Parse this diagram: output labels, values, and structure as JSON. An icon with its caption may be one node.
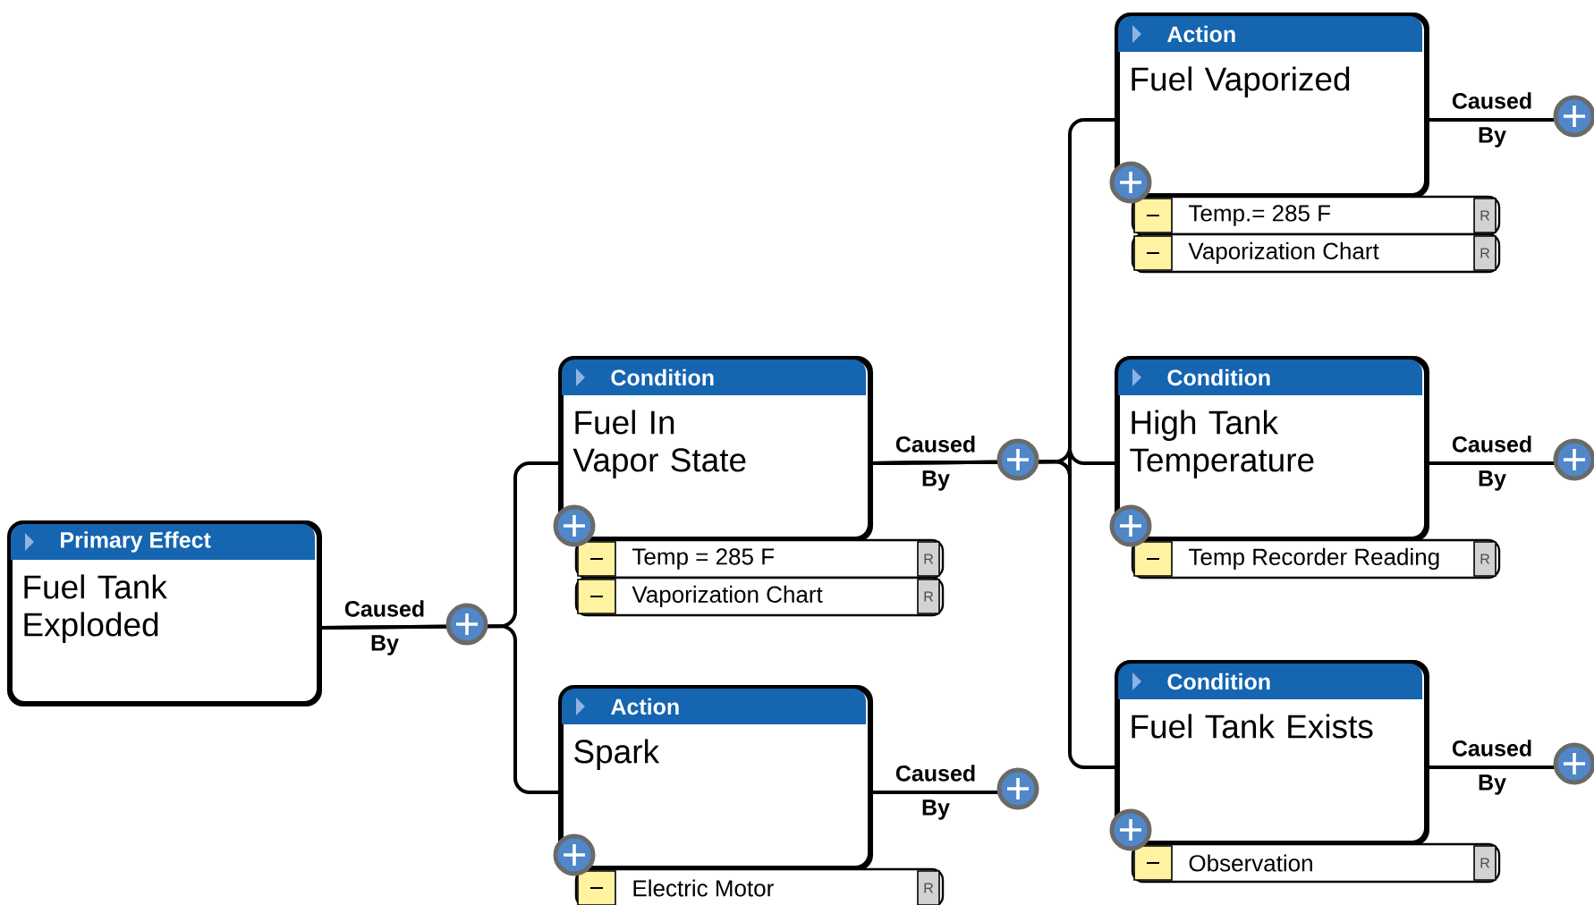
{
  "diagram": {
    "nodes": [
      {
        "text": [
          "Primary Effect",
          "Fuel Tank Exploded"
        ]
      },
      {
        "text": [
          "Condition",
          "Fuel In Vapor State"
        ],
        "beside": [
          "Temp = 285 F",
          "Vaporization Chart"
        ]
      },
      {
        "text": [
          "Action",
          "Spark"
        ],
        "beside": [
          "Electric Motor"
        ]
      },
      {
        "text": [
          "Action",
          "Fuel Vaporized"
        ],
        "beside": [
          "Temp.= 285 F",
          "Vaporization Chart"
        ]
      },
      {
        "text": [
          "Condition",
          "High Tank Temperature"
        ],
        "beside": [
          "Temp Recorder Reading"
        ]
      },
      {
        "text": [
          "Condition",
          "Fuel Tank Exists"
        ],
        "beside": [
          "Observation"
        ]
      }
    ],
    "edges": [
      {
        "from": 0,
        "to": 1,
        "arrow": "none",
        "label": "Caused By"
      },
      {
        "from": 0,
        "to": 2,
        "arrow": "none"
      },
      {
        "from": 1,
        "to": 3,
        "arrow": "none",
        "label": "Caused By"
      },
      {
        "from": 1,
        "to": 4,
        "arrow": "none"
      },
      {
        "from": 1,
        "to": 5,
        "arrow": "none"
      },
      {
        "from": 2,
        "to": null,
        "arrow": "none",
        "label": "Caused By"
      },
      {
        "from": 3,
        "to": null,
        "arrow": "none",
        "label": "Caused By"
      },
      {
        "from": 4,
        "to": null,
        "arrow": "none",
        "label": "Caused By"
      },
      {
        "from": 5,
        "to": null,
        "arrow": "none",
        "label": "Caused By"
      }
    ],
    "labels": [
      "R",
      "R",
      "R",
      "R",
      "R",
      "R",
      "R"
    ]
  }
}
